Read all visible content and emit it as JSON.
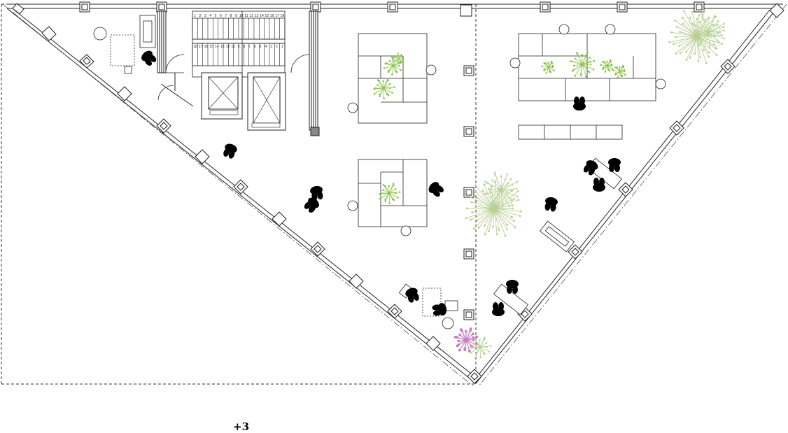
{
  "floor_label": "+3",
  "stair_numbers_top": [
    "1",
    "2",
    "3",
    "4",
    "5",
    "6",
    "7",
    "8",
    "9",
    "10",
    "11",
    "12",
    "13",
    "14",
    "15",
    "16",
    "17",
    "18"
  ],
  "stair_numbers_bottom": [
    "18",
    "17",
    "16",
    "15",
    "14",
    "13",
    "12",
    "10",
    "9",
    "8",
    "7",
    "6",
    "5",
    "4",
    "3",
    "2",
    "1"
  ],
  "colors": {
    "line": "#222222",
    "dash": "#333333",
    "plant_green": "#8bc34a",
    "plant_pale": "#b9cf94",
    "plant_pink": "#c77fc0",
    "person": "#000000"
  }
}
